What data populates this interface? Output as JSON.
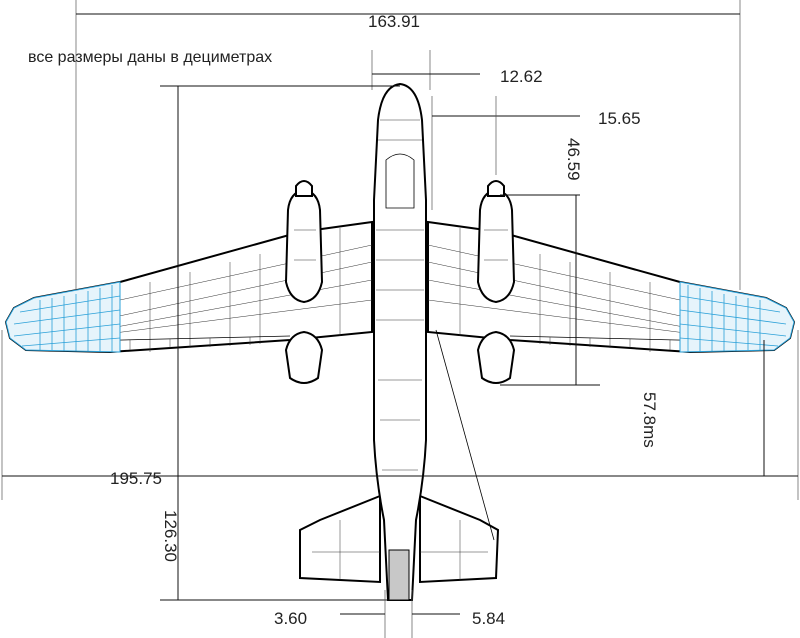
{
  "note": "все размеры даны в дециметрах",
  "dimensions": {
    "total_length": "163.91",
    "nose_offset": "12.62",
    "engine_offset": "15.65",
    "engine_length": "46.59",
    "wingspan": "195.75",
    "wing_to_tail": "57.8ms",
    "tail_length": "126.30",
    "tailwheel_left": "3.60",
    "tailwheel_right": "5.84"
  },
  "colors": {
    "wingtip_highlight": "#2aa0d8",
    "line": "#000000",
    "tailwheel": "#c8c8c8"
  }
}
